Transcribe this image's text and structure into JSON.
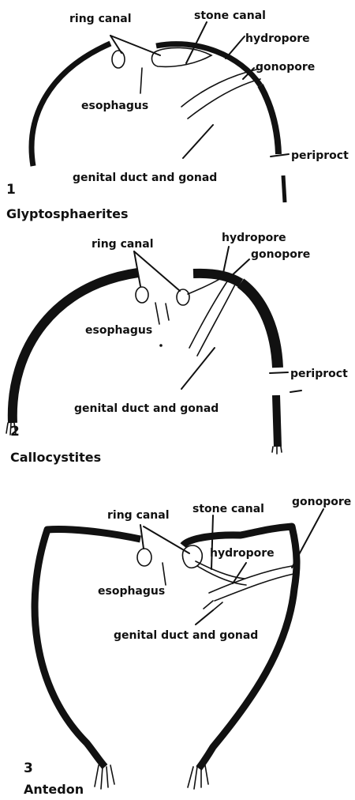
{
  "figures": [
    {
      "number": "1",
      "name": "Glyptosphaerites",
      "labels": {
        "ring_canal": "ring canal",
        "stone_canal": "stone canal",
        "hydropore": "hydropore",
        "gonopore": "gonopore",
        "esophagus": "esophagus",
        "periproct": "periproct",
        "genital_duct": "genital duct and gonad"
      }
    },
    {
      "number": "2",
      "name": "Callocystites",
      "labels": {
        "ring_canal": "ring canal",
        "hydropore": "hydropore",
        "gonopore": "gonopore",
        "esophagus": "esophagus",
        "periproct": "periproct",
        "genital_duct": "genital duct and gonad"
      }
    },
    {
      "number": "3",
      "name": "Antedon",
      "labels": {
        "ring_canal": "ring canal",
        "stone_canal": "stone canal",
        "hydropore": "hydropore",
        "gonopore": "gonopore",
        "esophagus": "esophagus",
        "genital_duct": "genital duct and gonad"
      }
    }
  ]
}
